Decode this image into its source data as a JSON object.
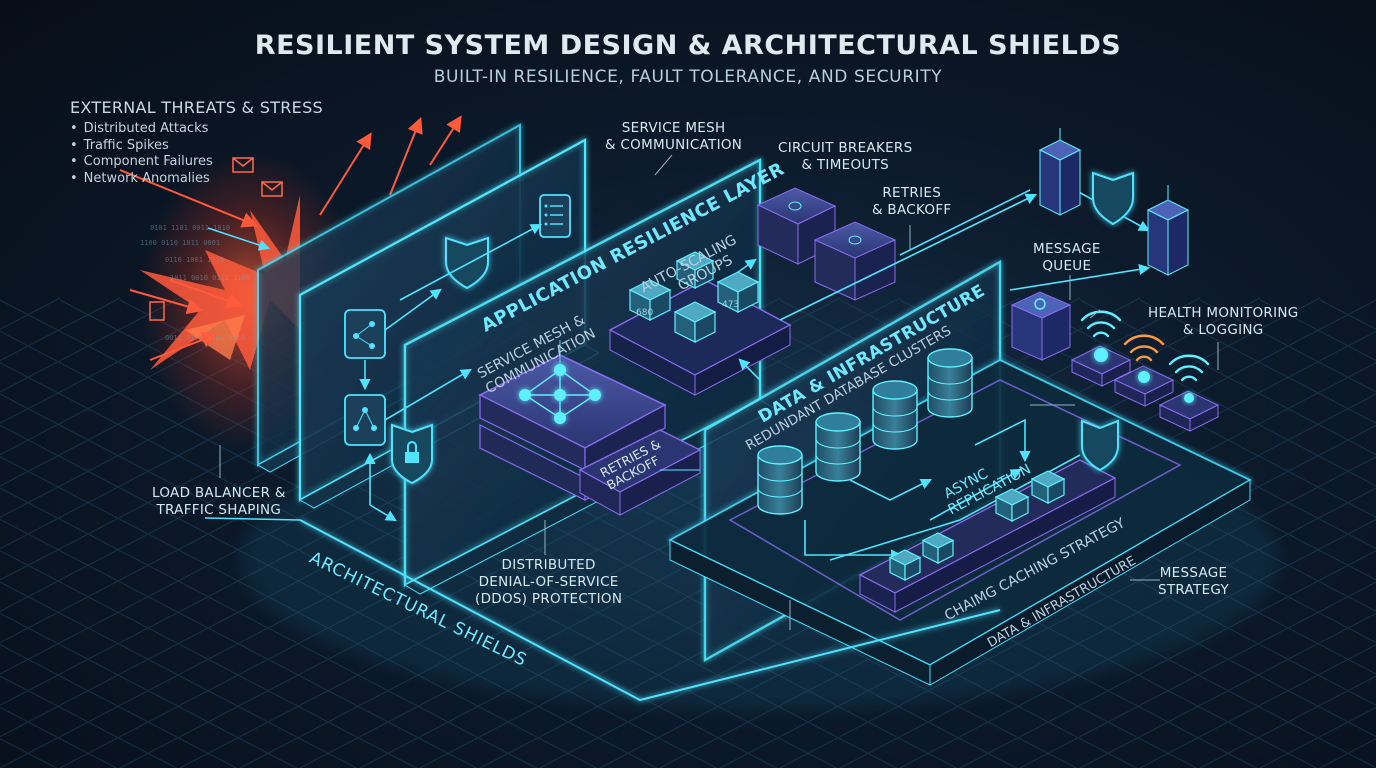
{
  "title": "RESILIENT SYSTEM DESIGN & ARCHITECTURAL SHIELDS",
  "subtitle": "BUILT-IN RESILIENCE, FAULT TOLERANCE, AND SECURITY",
  "threats": {
    "heading": "EXTERNAL THREATS & STRESS",
    "items": [
      "Distributed Attacks",
      "Traffic Spikes",
      "Component Failures",
      "Network Anomalies"
    ]
  },
  "callouts": {
    "service_mesh_top": [
      "SERVICE MESH",
      "& COMMUNICATION"
    ],
    "circuit_breakers": [
      "CIRCUIT BREAKERS",
      "& TIMEOUTS"
    ],
    "retries_top": [
      "RETRIES",
      "& BACKOFF"
    ],
    "message_queue": [
      "MESSAGE",
      "QUEUE"
    ],
    "health_monitoring": [
      "HEALTH MONITORING",
      "& LOGGING"
    ],
    "load_balancer": [
      "LOAD BALANCER &",
      "TRAFFIC SHAPING"
    ],
    "ddos": [
      "DISTRIBUTED",
      "DENIAL-OF-SERVICE",
      "(DDoS) PROTECTION"
    ],
    "message_strategy": [
      "MESSAGE",
      "STRATEGY"
    ]
  },
  "panels": {
    "architectural_shields": "ARCHITECTURAL SHIELDS",
    "app_layer": "APPLICATION RESILIENCE LAYER",
    "auto_scaling": [
      "AUTO-SCALING",
      "GROUPS"
    ],
    "service_mesh_inner": [
      "SERVICE MESH &",
      "COMMUNICATION"
    ],
    "retries_inner": [
      "RETRIES &",
      "BACKOFF"
    ],
    "data_infra_top": "DATA & INFRASTRUCTURE",
    "redundant_db": "REDUNDANT DATABASE CLUSTERS",
    "async_replication": [
      "ASYNC",
      "REPLICATION"
    ],
    "caching_strategy": "CHAIMG CACHING STRATEGY",
    "data_infra_bottom": "DATA & INFRASTRUCTURE"
  },
  "chip_labels": [
    "680",
    "473"
  ],
  "colors": {
    "cyan": "#3fe0ff",
    "purple": "#8a6cf0",
    "threat_red": "#ff5a3c",
    "background": "#0c1a2b"
  },
  "icons": [
    "shield-icon",
    "lock-icon",
    "network-node-icon",
    "wifi-signal-icon",
    "server-rack-icon",
    "database-cylinder-icon",
    "gear-icon",
    "checklist-icon",
    "envelope-icon"
  ]
}
